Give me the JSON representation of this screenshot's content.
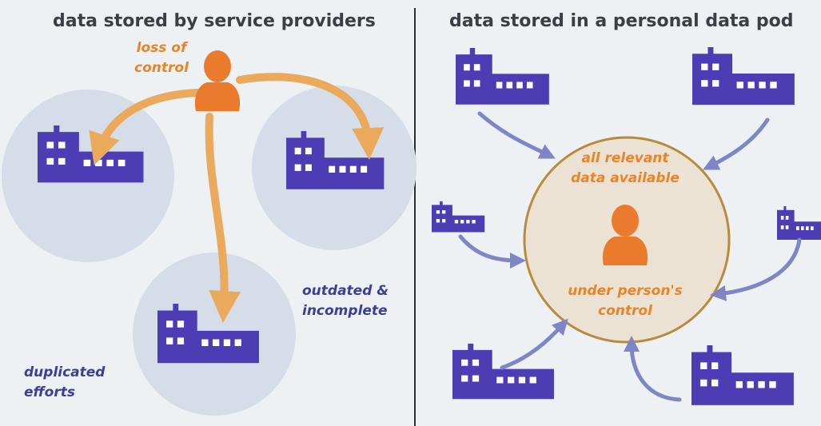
{
  "left_panel": {
    "title": "data stored by service providers",
    "labels": {
      "loss_of_control": [
        "loss of",
        "control"
      ],
      "outdated_incomplete": [
        "outdated &",
        "incomplete"
      ],
      "duplicated_efforts": [
        "duplicated",
        "efforts"
      ]
    }
  },
  "right_panel": {
    "title": "data stored in a personal data pod",
    "labels": {
      "all_relevant": [
        "all relevant",
        "data available"
      ],
      "under_control": [
        "under person's",
        "control"
      ]
    }
  },
  "icons": {
    "person": "person-icon",
    "factory": "factory-icon"
  },
  "colors": {
    "background": "#eef1f4",
    "circle_fill": "#d5dde9",
    "pod_fill": "#ebe2d4",
    "pod_border": "#b88a3c",
    "factory": "#4c3db5",
    "person": "#ea7a2c",
    "orange_arrow": "#eaa95b",
    "blue_arrow": "#7e86c6",
    "divider": "#2e2e32",
    "heading_text": "#3b3e44",
    "orange_text": "#e98528",
    "blue_text": "#3d3e9a"
  }
}
